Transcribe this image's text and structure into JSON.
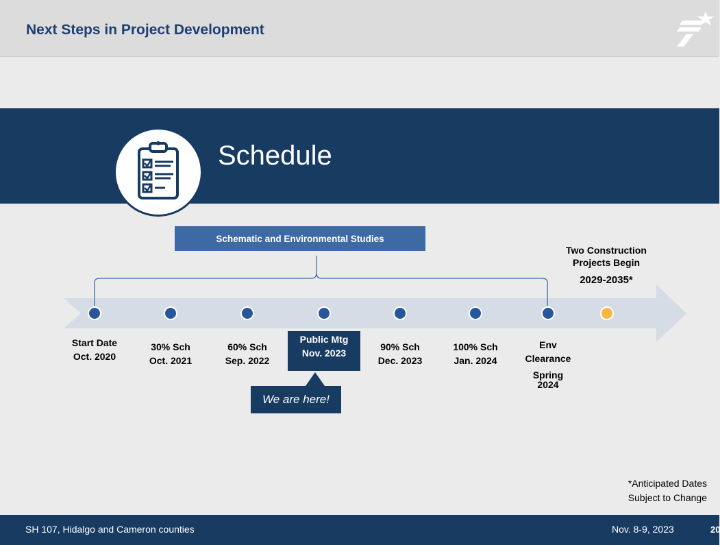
{
  "header": {
    "title": "Next Steps in Project Development"
  },
  "band": {
    "title": "Schedule",
    "icon": "clipboard-checklist-icon"
  },
  "studies": {
    "label": "Schematic and Environmental Studies"
  },
  "milestones": [
    {
      "lines": [
        "Start Date",
        "Oct. 2020"
      ],
      "status": "complete"
    },
    {
      "lines": [
        "30% Sch",
        "Oct. 2021"
      ],
      "status": "complete"
    },
    {
      "lines": [
        "60% Sch",
        "Sep. 2022"
      ],
      "status": "complete"
    },
    {
      "lines": [
        "Public Mtg",
        "Nov. 2023"
      ],
      "status": "current"
    },
    {
      "lines": [
        "90% Sch",
        "Dec. 2023"
      ],
      "status": "upcoming"
    },
    {
      "lines": [
        "100% Sch",
        "Jan. 2024"
      ],
      "status": "upcoming"
    },
    {
      "lines": [
        "Env",
        "Clearance",
        "Spring",
        "2024"
      ],
      "status": "upcoming"
    },
    {
      "lines": [],
      "status": "future"
    }
  ],
  "callout": {
    "text": "We are here!"
  },
  "construction": {
    "line1": "Two Construction",
    "line2": "Projects Begin",
    "dates": "2029-2035*"
  },
  "note": {
    "line1": "*Anticipated Dates",
    "line2": "Subject to Change"
  },
  "footer": {
    "left": "SH 107, Hidalgo and Cameron counties",
    "right": "Nov. 8-9, 2023",
    "page": "20"
  },
  "colors": {
    "navy": "#173b61",
    "blue": "#3d6aa5",
    "dot": "#27579a",
    "future_dot": "#f7b843",
    "arrow": "#d5dce6"
  }
}
